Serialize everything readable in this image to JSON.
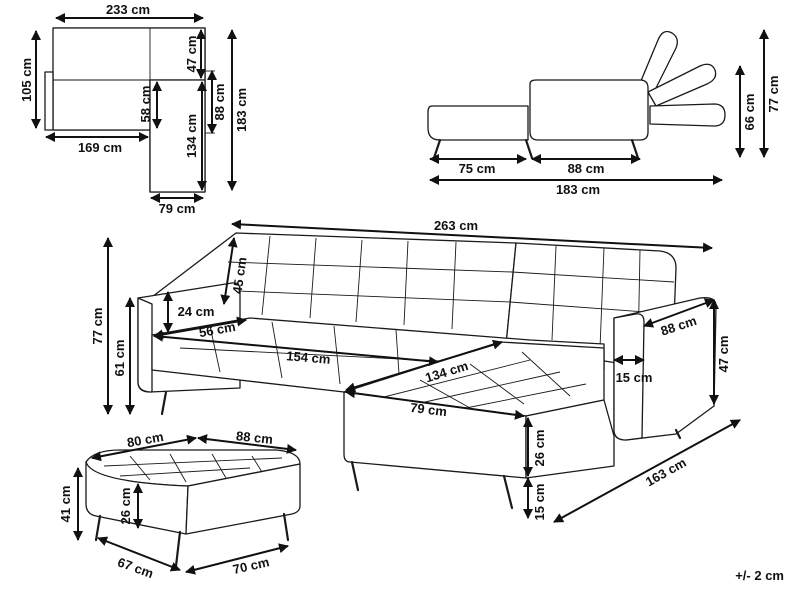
{
  "colors": {
    "line": "#1a1a1a",
    "text": "#111111",
    "background": "#ffffff"
  },
  "top_view": {
    "total_width": "233 cm",
    "depth": "105 cm",
    "upper_depth": "47 cm",
    "seat_depth": "58 cm",
    "chaise_inner": "88 cm",
    "chaise_length": "134 cm",
    "total_length": "183 cm",
    "sofa_width": "169 cm",
    "chaise_width": "79 cm"
  },
  "side_view": {
    "height_backrest": "77 cm",
    "height_reclined": "66 cm",
    "seat_part": "75 cm",
    "chaise_part": "88 cm",
    "total_length": "183 cm"
  },
  "sofa_view": {
    "total_width": "263 cm",
    "back_height": "45 cm",
    "arm_height": "24 cm",
    "arm_depth": "56 cm",
    "seat_width": "154 cm",
    "chaise_length": "134 cm",
    "total_height": "77 cm",
    "seat_height": "61 cm",
    "right_arm_depth": "88 cm",
    "arm_width": "15 cm",
    "right_height": "47 cm",
    "chaise_width": "79 cm",
    "cushion_height": "26 cm",
    "leg_height": "15 cm",
    "total_depth": "163 cm"
  },
  "ottoman": {
    "top_width": "80 cm",
    "top_depth": "88 cm",
    "total_height": "41 cm",
    "cushion_height": "26 cm",
    "bottom_depth": "67 cm",
    "bottom_width": "70 cm"
  },
  "tolerance": "+/- 2 cm"
}
